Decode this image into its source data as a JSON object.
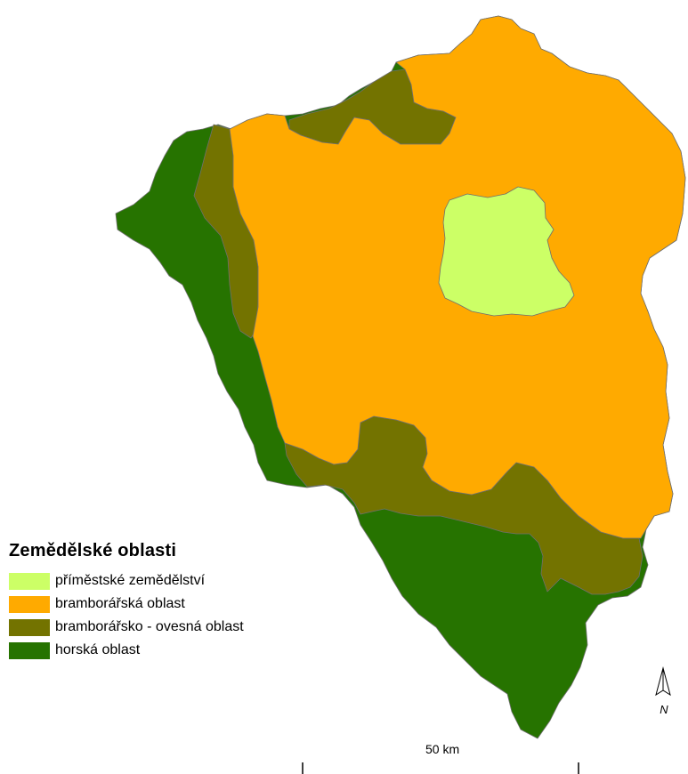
{
  "legend": {
    "title": "Zemědělské oblasti",
    "items": [
      {
        "label": "příměstské zemědělství",
        "color": "#ccff66"
      },
      {
        "label": "bramborářská oblast",
        "color": "#ffaa00"
      },
      {
        "label": "bramborářsko - ovesná oblast",
        "color": "#737300"
      },
      {
        "label": "horská oblast",
        "color": "#267300"
      }
    ]
  },
  "scale_bar": {
    "label": "50 km"
  },
  "north_arrow": {
    "label": "N"
  }
}
